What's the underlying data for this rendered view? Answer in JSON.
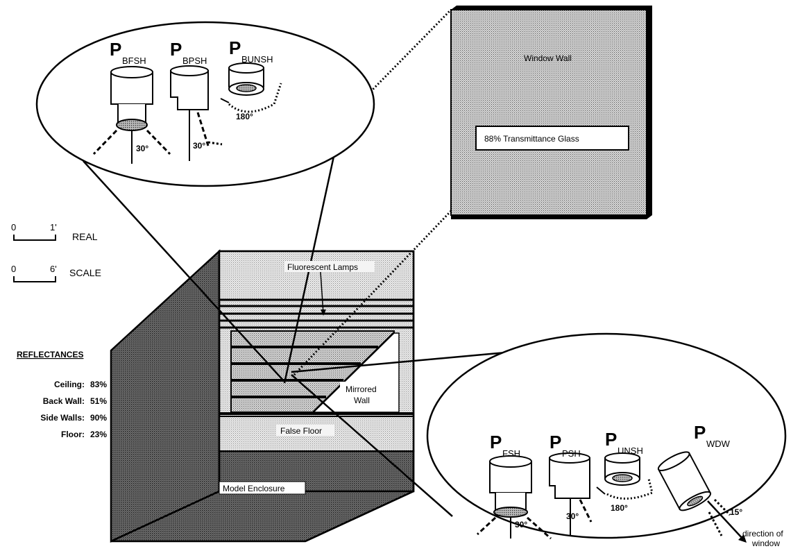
{
  "top_sensors": {
    "p1": {
      "letter": "P",
      "sub": "BFSH",
      "angle": "30°"
    },
    "p2": {
      "letter": "P",
      "sub": "BPSH",
      "angle": "30°"
    },
    "p3": {
      "letter": "P",
      "sub": "BUNSH",
      "angle": "180°"
    }
  },
  "window_panel": {
    "title": "Window Wall",
    "glass": "88% Transmittance Glass"
  },
  "scale": {
    "real": {
      "zero": "0",
      "length": "1'",
      "label": "REAL"
    },
    "model": {
      "zero": "0",
      "length": "6'",
      "label": "SCALE"
    }
  },
  "reflectances": {
    "heading": "REFLECTANCES",
    "rows": [
      {
        "name": "Ceiling:",
        "value": "83%"
      },
      {
        "name": "Back Wall:",
        "value": "51%"
      },
      {
        "name": "Side Walls:",
        "value": "90%"
      },
      {
        "name": "Floor:",
        "value": "23%"
      }
    ]
  },
  "model_labels": {
    "lamps": "Fluorescent Lamps",
    "mirrored_line1": "Mirrored",
    "mirrored_line2": "Wall",
    "false_floor": "False Floor",
    "enclosure": "Model Enclosure"
  },
  "bottom_sensors": {
    "p1": {
      "letter": "P",
      "sub": "FSH",
      "angle": "30°"
    },
    "p2": {
      "letter": "P",
      "sub": "PSH",
      "angle": "30°"
    },
    "p3": {
      "letter": "P",
      "sub": "UNSH",
      "angle": "180°"
    },
    "p4": {
      "letter": "P",
      "sub": "WDW",
      "angle": "15°"
    },
    "direction_line1": "direction of",
    "direction_line2": "window"
  },
  "colors": {
    "ink": "#000000",
    "hatch_light": "#d6d6d6",
    "hatch_dark": "#5a5a5a",
    "paper": "#ffffff"
  }
}
